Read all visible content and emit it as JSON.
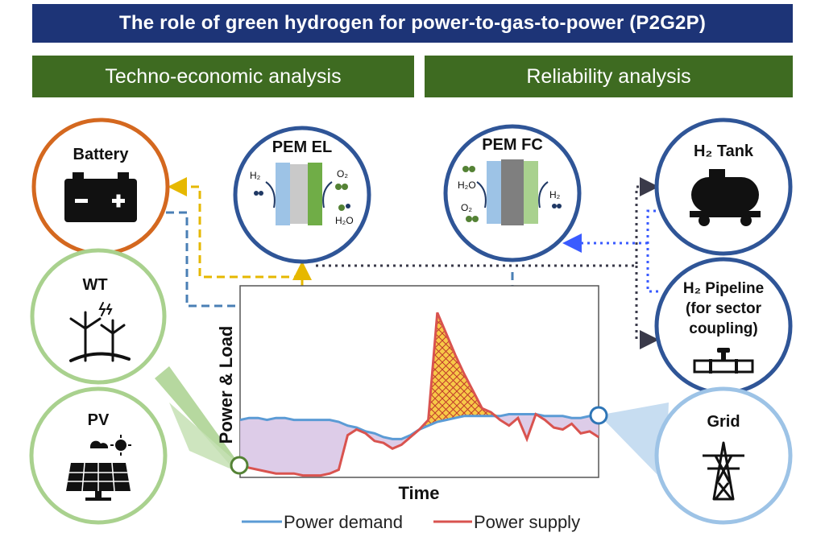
{
  "header": {
    "title": "The role of green hydrogen for power-to-gas-to-power (P2G2P)",
    "left_section": "Techno-economic analysis",
    "right_section": "Reliability analysis"
  },
  "nodes": {
    "battery": {
      "label": "Battery",
      "icon": "battery-icon",
      "color": "#d4681f"
    },
    "wt": {
      "label": "WT",
      "icon": "wind-turbine-icon",
      "color": "#a9d18e"
    },
    "pv": {
      "label": "PV",
      "icon": "solar-panel-icon",
      "color": "#a9d18e"
    },
    "pem_el": {
      "label": "PEM EL",
      "icon": "electrolyzer-icon",
      "color": "#2f5597"
    },
    "pem_fc": {
      "label": "PEM FC",
      "icon": "fuel-cell-icon",
      "color": "#2f5597"
    },
    "h2_tank": {
      "label": "H₂ Tank",
      "icon": "tank-truck-icon",
      "color": "#2f5597"
    },
    "h2_pipeline": {
      "label_lines": [
        "H₂ Pipeline",
        "(for sector",
        "coupling)"
      ],
      "icon": "pipeline-icon",
      "color": "#2f5597"
    },
    "grid": {
      "label": "Grid",
      "icon": "transmission-tower-icon",
      "color": "#9dc3e6"
    }
  },
  "chemistry": {
    "el": {
      "left_top": "H₂",
      "right_top": "O₂",
      "right_bottom": "H₂O"
    },
    "fc": {
      "left_top": "H₂O",
      "left_bottom": "O₂",
      "right_top": "H₂"
    }
  },
  "colors": {
    "demand": "#5b9bd5",
    "supply": "#d9534f",
    "gold_arrow": "#e6b800",
    "blue_dashed": "#4a7fb5",
    "grey_dotted": "#3a3a4a",
    "bright_blue_dotted": "#3a5bff",
    "deficit_fill": "#d9c7e6",
    "surplus_fill": "#f7c948"
  },
  "chart_data": {
    "type": "line",
    "xlabel": "Time",
    "ylabel": "Power & Load",
    "ylim": [
      0,
      10
    ],
    "x": [
      0,
      2,
      4,
      6,
      8,
      10,
      12,
      14,
      16,
      18,
      20,
      22,
      24,
      26,
      28,
      30,
      32,
      34,
      36,
      38,
      40,
      42,
      44,
      46,
      48,
      50,
      52,
      54,
      56,
      58,
      60,
      62,
      64,
      66,
      68,
      70,
      72,
      74,
      76,
      78,
      80
    ],
    "series": [
      {
        "name": "Power demand",
        "values": [
          3.0,
          3.1,
          3.1,
          3.0,
          3.1,
          3.1,
          3.0,
          3.0,
          3.0,
          3.0,
          3.0,
          2.9,
          2.7,
          2.6,
          2.4,
          2.3,
          2.1,
          2.0,
          2.0,
          2.2,
          2.5,
          2.7,
          2.9,
          3.0,
          3.1,
          3.2,
          3.2,
          3.2,
          3.2,
          3.2,
          3.3,
          3.3,
          3.3,
          3.3,
          3.2,
          3.2,
          3.2,
          3.1,
          3.1,
          3.2,
          3.2
        ]
      },
      {
        "name": "Power supply",
        "values": [
          0.7,
          0.5,
          0.4,
          0.3,
          0.2,
          0.2,
          0.2,
          0.1,
          0.1,
          0.1,
          0.2,
          0.4,
          2.2,
          2.5,
          2.3,
          1.9,
          1.8,
          1.5,
          1.7,
          2.1,
          2.5,
          3.0,
          8.6,
          7.5,
          6.4,
          5.4,
          4.5,
          3.6,
          3.4,
          3.0,
          2.7,
          3.1,
          2.0,
          3.3,
          3.0,
          2.6,
          2.5,
          2.8,
          2.3,
          2.4,
          2.1
        ]
      }
    ],
    "legend": "bottom"
  }
}
